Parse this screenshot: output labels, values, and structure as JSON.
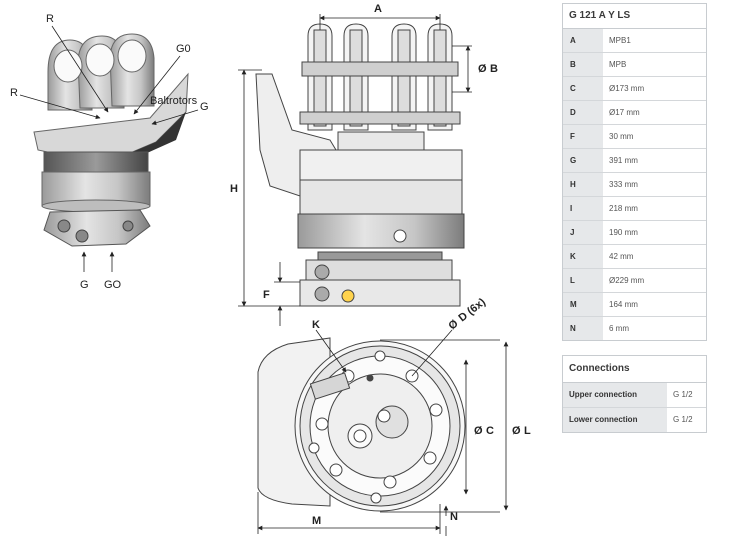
{
  "drawing": {
    "iso_labels": {
      "r_top": "R",
      "g0": "G0",
      "r_left": "R",
      "g_right": "G",
      "g_bottom": "G",
      "go_bottom": "GO",
      "brand": "Baltrotors"
    },
    "side_labels": {
      "a": "A",
      "b": "B",
      "h": "H",
      "f": "F"
    },
    "bottom_labels": {
      "k": "K",
      "d": "D (6x)",
      "c": "C",
      "l": "L",
      "m": "M",
      "n": "N"
    },
    "diameter_symbol": "Ø"
  },
  "spec_table": {
    "title": "G 121 A Y LS",
    "rows": [
      {
        "key": "A",
        "value": "MPB1"
      },
      {
        "key": "B",
        "value": "MPB"
      },
      {
        "key": "C",
        "value": "Ø173 mm"
      },
      {
        "key": "D",
        "value": "Ø17 mm"
      },
      {
        "key": "F",
        "value": "30 mm"
      },
      {
        "key": "G",
        "value": "391 mm"
      },
      {
        "key": "H",
        "value": "333 mm"
      },
      {
        "key": "I",
        "value": "218 mm"
      },
      {
        "key": "J",
        "value": "190 mm"
      },
      {
        "key": "K",
        "value": "42 mm"
      },
      {
        "key": "L",
        "value": "Ø229 mm"
      },
      {
        "key": "M",
        "value": "164 mm"
      },
      {
        "key": "N",
        "value": "6 mm"
      }
    ]
  },
  "connections": {
    "title": "Connections",
    "rows": [
      {
        "key": "Upper connection",
        "value": "G 1/2"
      },
      {
        "key": "Lower connection",
        "value": "G 1/2"
      }
    ]
  }
}
